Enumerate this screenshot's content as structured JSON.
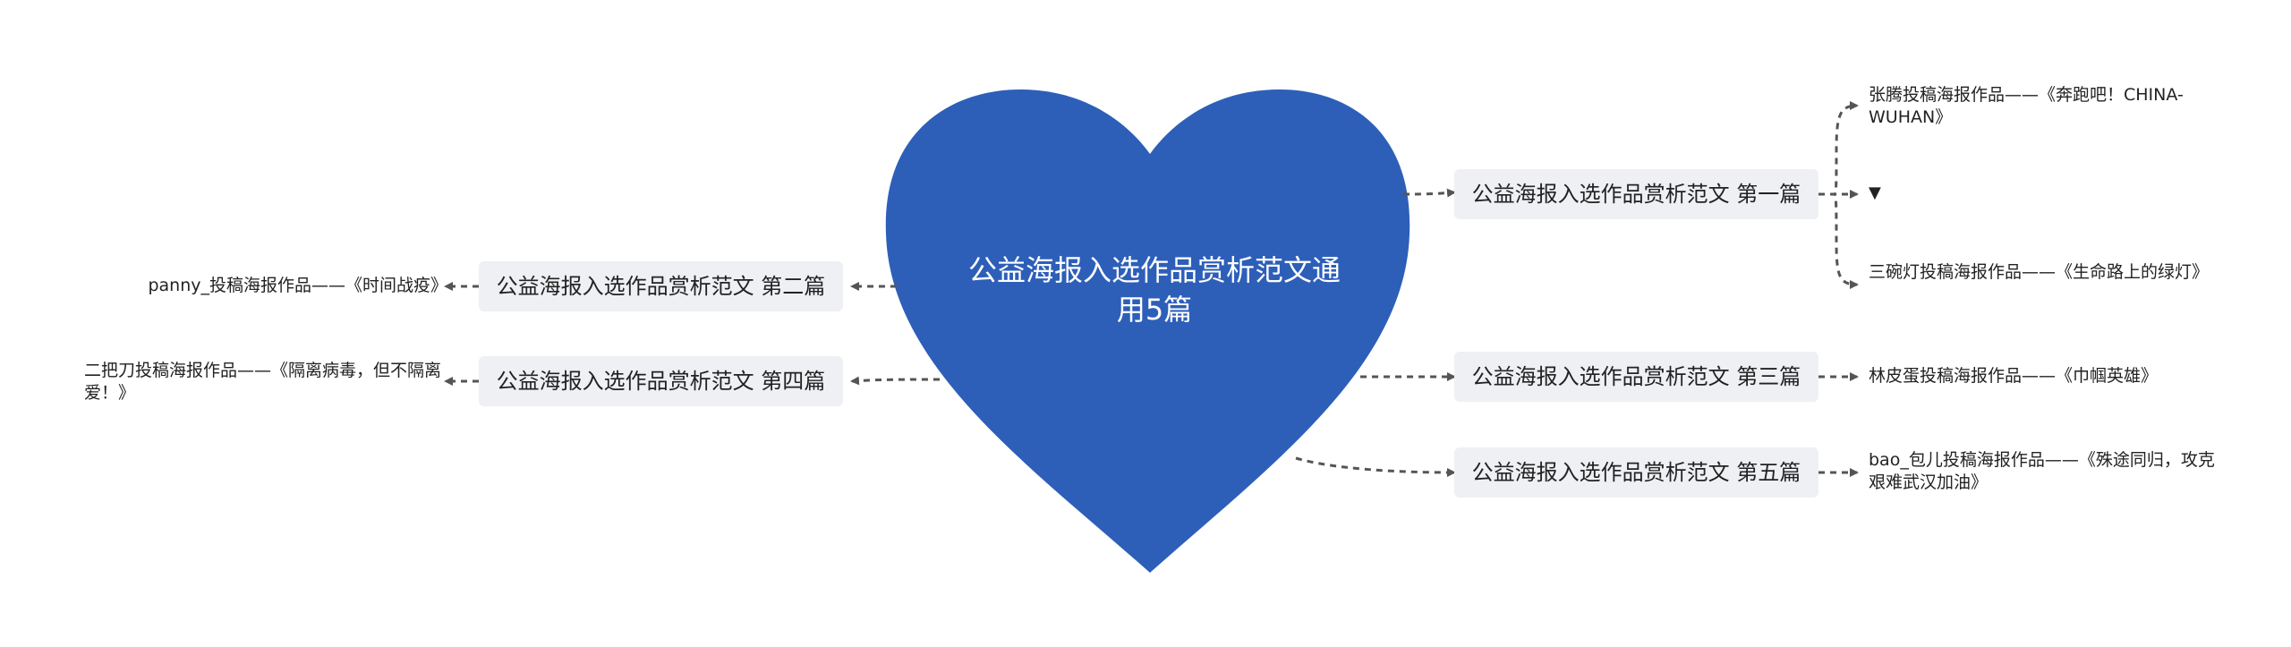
{
  "colors": {
    "heart": "#2d5fb9",
    "connector": "#555555",
    "box_bg": "#eef0f4"
  },
  "central_topic": "公益海报入选作品赏析范文通用5篇",
  "branches": [
    {
      "id": "b1",
      "label": "公益海报入选作品赏析范文 第一篇"
    },
    {
      "id": "b2",
      "label": "公益海报入选作品赏析范文 第二篇"
    },
    {
      "id": "b3",
      "label": "公益海报入选作品赏析范文 第三篇"
    },
    {
      "id": "b4",
      "label": "公益海报入选作品赏析范文 第四篇"
    },
    {
      "id": "b5",
      "label": "公益海报入选作品赏析范文 第五篇"
    }
  ],
  "leaves": {
    "b1_a": "张腾投稿海报作品——《奔跑吧！CHINA-WUHAN》",
    "b1_b": "▼",
    "b1_c": "三碗灯投稿海报作品——《生命路上的绿灯》",
    "b2_a": "panny_投稿海报作品——《时间战疫》",
    "b3_a": "林皮蛋投稿海报作品——《巾帼英雄》",
    "b4_a": "二把刀投稿海报作品——《隔离病毒，但不隔离爱！》",
    "b5_a": "bao_包儿投稿海报作品——《殊途同归，攻克艰难武汉加油》"
  }
}
